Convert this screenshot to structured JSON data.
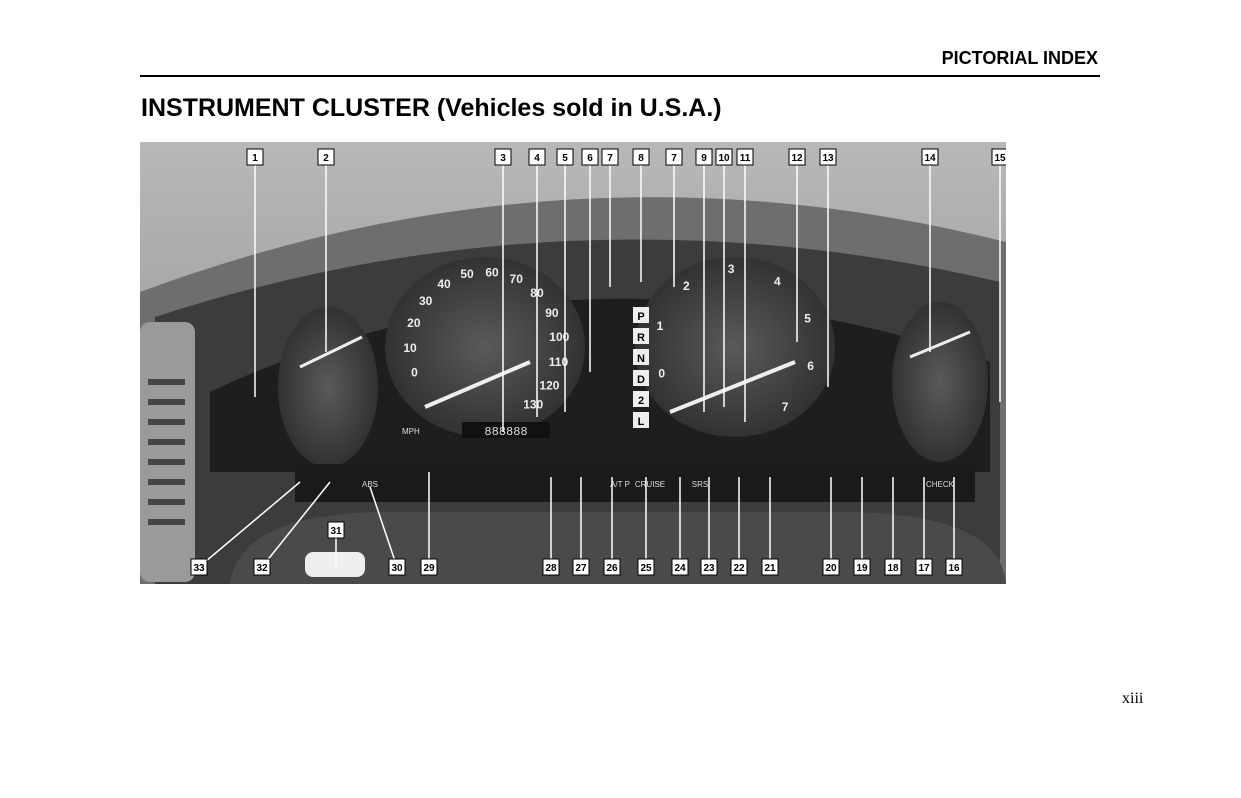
{
  "header": {
    "running_head": "PICTORIAL INDEX"
  },
  "title": "INSTRUMENT CLUSTER (Vehicles sold in U.S.A.)",
  "figure": {
    "top_callouts": [
      "1",
      "2",
      "3",
      "4",
      "5",
      "6",
      "7",
      "8",
      "7",
      "9",
      "10",
      "11",
      "12",
      "13",
      "14",
      "15"
    ],
    "bottom_callouts": [
      "33",
      "32",
      "31",
      "30",
      "29",
      "28",
      "27",
      "26",
      "25",
      "24",
      "23",
      "22",
      "21",
      "20",
      "19",
      "18",
      "17",
      "16"
    ],
    "speedometer_labels": [
      "0",
      "10",
      "20",
      "30",
      "40",
      "50",
      "60",
      "70",
      "80",
      "90",
      "100",
      "110",
      "120",
      "130"
    ],
    "speedometer_unit": "MPH",
    "tachometer_labels": [
      "0",
      "1",
      "2",
      "3",
      "4",
      "5",
      "6",
      "7"
    ],
    "gear_positions": [
      "P",
      "R",
      "N",
      "D",
      "2",
      "L"
    ],
    "warning_labels": [
      "ABS",
      "A/T P",
      "CRUISE",
      "SRS",
      "CHECK"
    ],
    "odometer": "888888"
  },
  "page_number": "xiii"
}
